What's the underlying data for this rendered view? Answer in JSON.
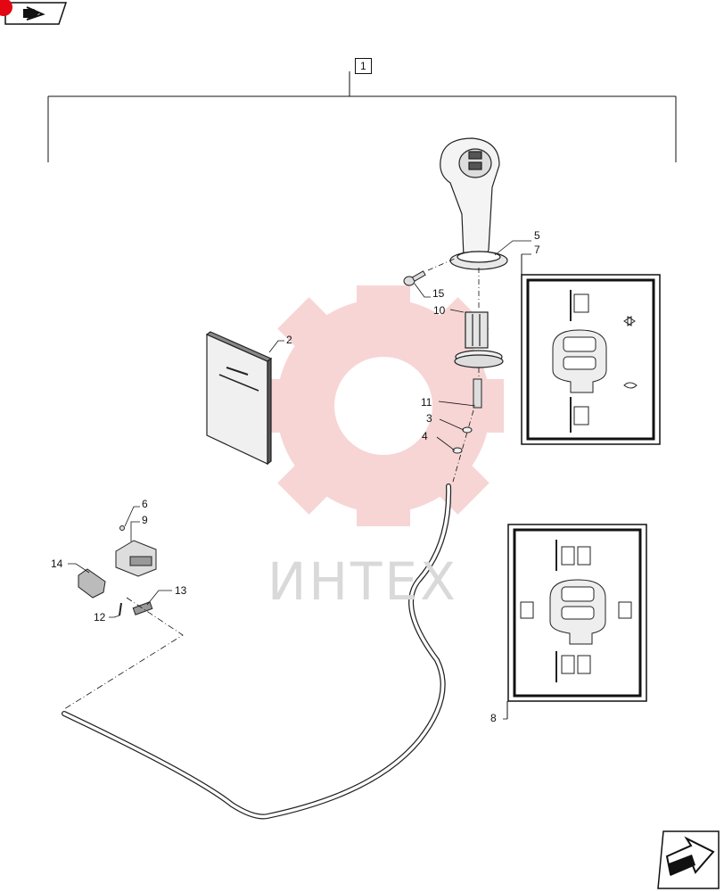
{
  "watermark": {
    "text": "ИНТЕХ",
    "color": "#f3b7b7"
  },
  "callouts": {
    "c1": "1",
    "c2": "2",
    "c3": "3",
    "c4": "4",
    "c5": "5",
    "c6": "6",
    "c7": "7",
    "c8": "8",
    "c9": "9",
    "c10": "10",
    "c11": "11",
    "c12": "12",
    "c13": "13",
    "c14": "14",
    "c15": "15"
  },
  "icons": {
    "nav": "previous-page-icon",
    "next": "next-page-icon"
  },
  "colors": {
    "accent": "#e30613",
    "line": "#111111"
  }
}
